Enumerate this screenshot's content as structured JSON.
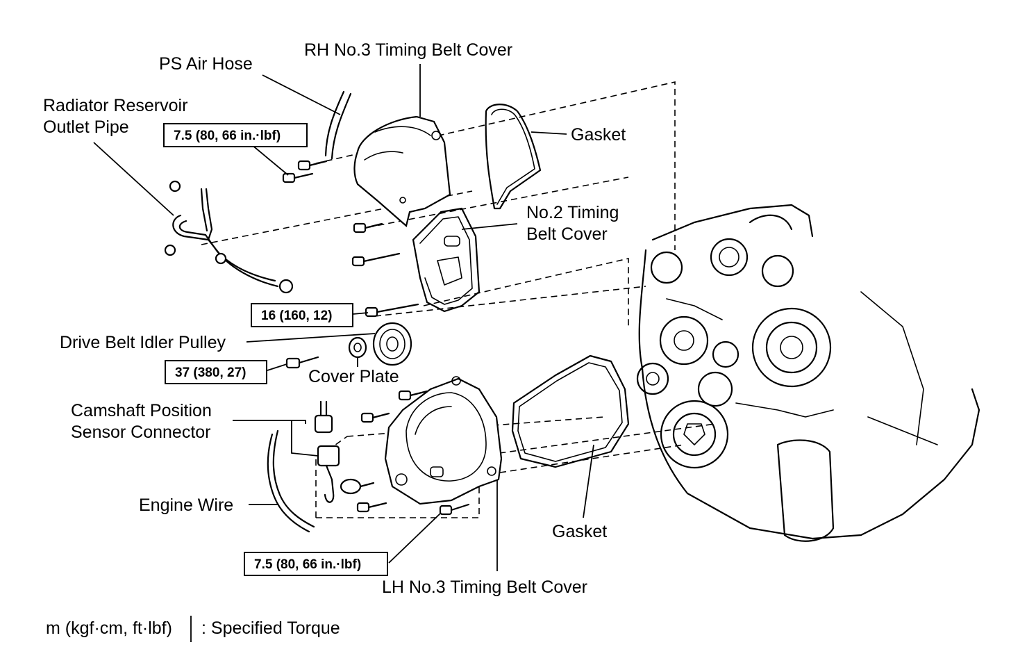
{
  "labels": {
    "ps_air_hose": "PS Air Hose",
    "rh_cover": "RH No.3 Timing Belt Cover",
    "radiator_line1": "Radiator Reservoir",
    "radiator_line2": "Outlet Pipe",
    "gasket_upper": "Gasket",
    "no2_line1": "No.2 Timing",
    "no2_line2": "Belt Cover",
    "idler_pulley": "Drive Belt Idler Pulley",
    "cover_plate": "Cover Plate",
    "camshaft_line1": "Camshaft Position",
    "camshaft_line2": "Sensor Connector",
    "engine_wire": "Engine Wire",
    "gasket_lower": "Gasket",
    "lh_cover": "LH No.3 Timing Belt Cover"
  },
  "torques": {
    "rh_cover_bolt": "7.5 (80, 66 in.·lbf)",
    "no2_cover_bolt": "16 (160, 12)",
    "idler_pulley_bolt": "37 (380, 27)",
    "lh_cover_bolt": "7.5 (80, 66 in.·lbf)"
  },
  "legend": {
    "box_text": "m (kgf·cm, ft·lbf)",
    "description": ": Specified Torque"
  }
}
